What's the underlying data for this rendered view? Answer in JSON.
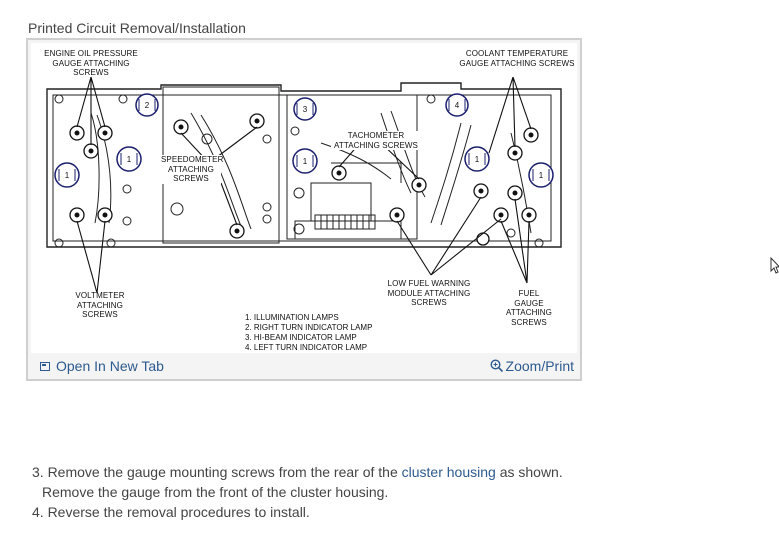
{
  "figure": {
    "title": "Printed Circuit Removal/Installation",
    "labels": {
      "engine_oil": [
        "ENGINE OIL PRESSURE",
        "GAUGE ATTACHING",
        "SCREWS"
      ],
      "coolant": [
        "COOLANT TEMPERATURE",
        "GAUGE ATTACHING SCREWS"
      ],
      "tachometer": [
        "TACHOMETER",
        "ATTACHING SCREWS"
      ],
      "speedometer": [
        "SPEEDOMETER",
        "ATTACHING",
        "SCREWS"
      ],
      "voltmeter": [
        "VOLTMETER",
        "ATTACHING",
        "SCREWS"
      ],
      "low_fuel": [
        "LOW FUEL WARNING",
        "MODULE ATTACHING",
        "SCREWS"
      ],
      "fuel_gauge": [
        "FUEL",
        "GAUGE",
        "ATTACHING",
        "SCREWS"
      ]
    },
    "legend": [
      "1. ILLUMINATION LAMPS",
      "2. RIGHT TURN INDICATOR LAMP",
      "3. HI-BEAM INDICATOR LAMP",
      "4. LEFT TURN INDICATOR LAMP"
    ],
    "lamp_numbers": [
      "1",
      "2",
      "3",
      "4"
    ],
    "open_new_tab": "Open In New Tab",
    "zoom_print": "Zoom/Print"
  },
  "steps": {
    "step3_prefix": "3. Remove the gauge mounting screws from the rear of the",
    "step3_link": "cluster housing",
    "step3_suffix": "as shown.",
    "step3_line2": "Remove the gauge from the front of the cluster housing.",
    "step4": "4. Reverse the removal procedures to install."
  },
  "colors": {
    "link": "#2d5a8f",
    "text": "#444444"
  },
  "icons": {
    "open_tab": "open-in-new-tab-icon",
    "zoom": "zoom-in-icon",
    "cursor": "mouse-cursor-icon"
  }
}
